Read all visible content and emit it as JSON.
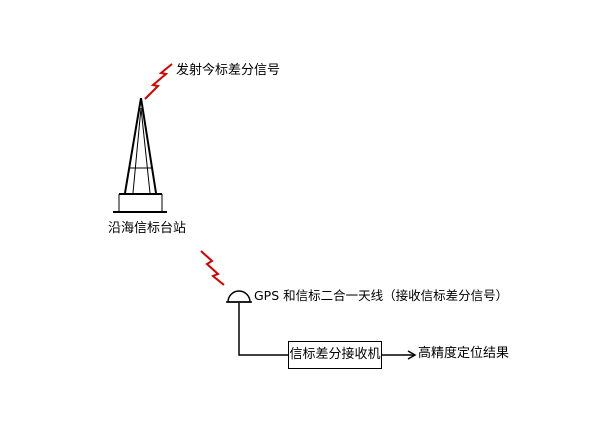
{
  "diagram": {
    "labels": {
      "transmit_signal": "发射今标差分信号",
      "coastal_station": "沿海信标台站",
      "antenna": "GPS 和信标二合一天线（接收信标差分信号）",
      "receiver": "信标差分接收机",
      "result": "高精度定位结果"
    },
    "colors": {
      "line": "#000000",
      "signal": "#d40000",
      "background": "#ffffff"
    }
  }
}
